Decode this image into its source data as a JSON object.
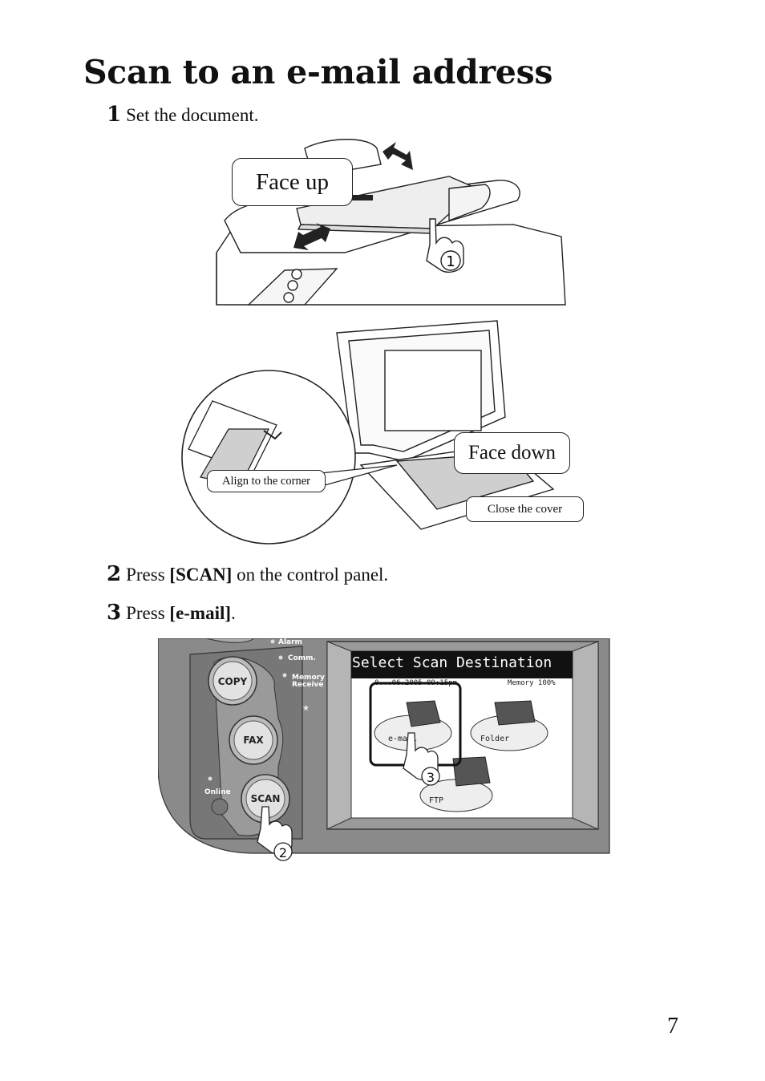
{
  "title": "Scan to an e-mail address",
  "steps": [
    {
      "num": "1",
      "text": "Set the document."
    },
    {
      "num": "2",
      "pre": "Press ",
      "bold": "[SCAN]",
      "post": " on the control panel."
    },
    {
      "num": "3",
      "pre": "Press ",
      "bold": "[e-mail]",
      "post": "."
    }
  ],
  "figure1": {
    "face_up": "Face up",
    "face_down": "Face down",
    "align": "Align to the corner",
    "close_cover": "Close the cover",
    "marker": "1"
  },
  "panel": {
    "indicators": {
      "alarm": "Alarm",
      "comm": "Comm.",
      "memory": "Memory",
      "receive": "Receive",
      "online": "Online"
    },
    "buttons": {
      "copy": "COPY",
      "fax": "FAX",
      "scan": "SCAN"
    },
    "screen": {
      "header": "Select Scan Destination",
      "status_date": "0...06.2005 09:15pm",
      "status_memory": "Memory  100%",
      "dest_email": "e-mail",
      "dest_folder": "Folder",
      "dest_ftp": "FTP"
    },
    "marker_scan": "2",
    "marker_email": "3"
  },
  "page_number": "7"
}
